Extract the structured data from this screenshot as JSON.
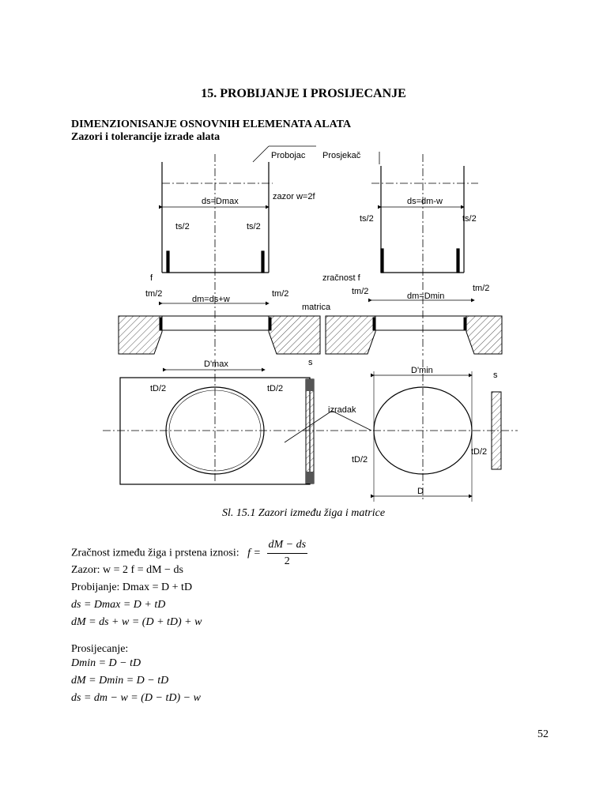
{
  "title": "15. PROBIJANJE I PROSIJECANJE",
  "section": "DIMENZIONISANJE OSNOVNIH ELEMENATA ALATA",
  "subsection": "Zazori i tolerancije izrade alata",
  "figure": {
    "labels": {
      "probojac": "Probojac",
      "prosjekac": "Prosjekač",
      "ds_dmax": "ds=Dmax",
      "ds_dm_w": "ds=dm-w",
      "zazor": "zazor w=2f",
      "ts2": "ts/2",
      "zracnost": "zračnost f",
      "f": "f",
      "tm2": "tm/2",
      "dm_ds_w": "dm=ds+w",
      "dm_dmin": "dm=Dmin",
      "matrica": "matrica",
      "dmax_label": "D'max",
      "dmin_label": "D'min",
      "td2": "tD/2",
      "s": "s",
      "izradak": "izradak",
      "D": "D"
    }
  },
  "caption": "Sl. 15.1 Zazori između žiga i matrice",
  "equations": {
    "intro": "Zračnost između žiga i prstena iznosi:",
    "f_eq": "f =",
    "f_num": "dM − ds",
    "f_den": "2",
    "zazor": "Zazor:  w = 2 f = dM − ds",
    "probijanje": "Probijanje:  Dmax = D + tD",
    "p1": "ds = Dmax = D + tD",
    "p2": "dM = ds + w = (D + tD) + w",
    "prosijecanje": "Prosijecanje:",
    "r1": "Dmin = D − tD",
    "r2": "dM = Dmin = D − tD",
    "r3": "ds = dm − w = (D − tD) − w"
  },
  "page_number": "52"
}
